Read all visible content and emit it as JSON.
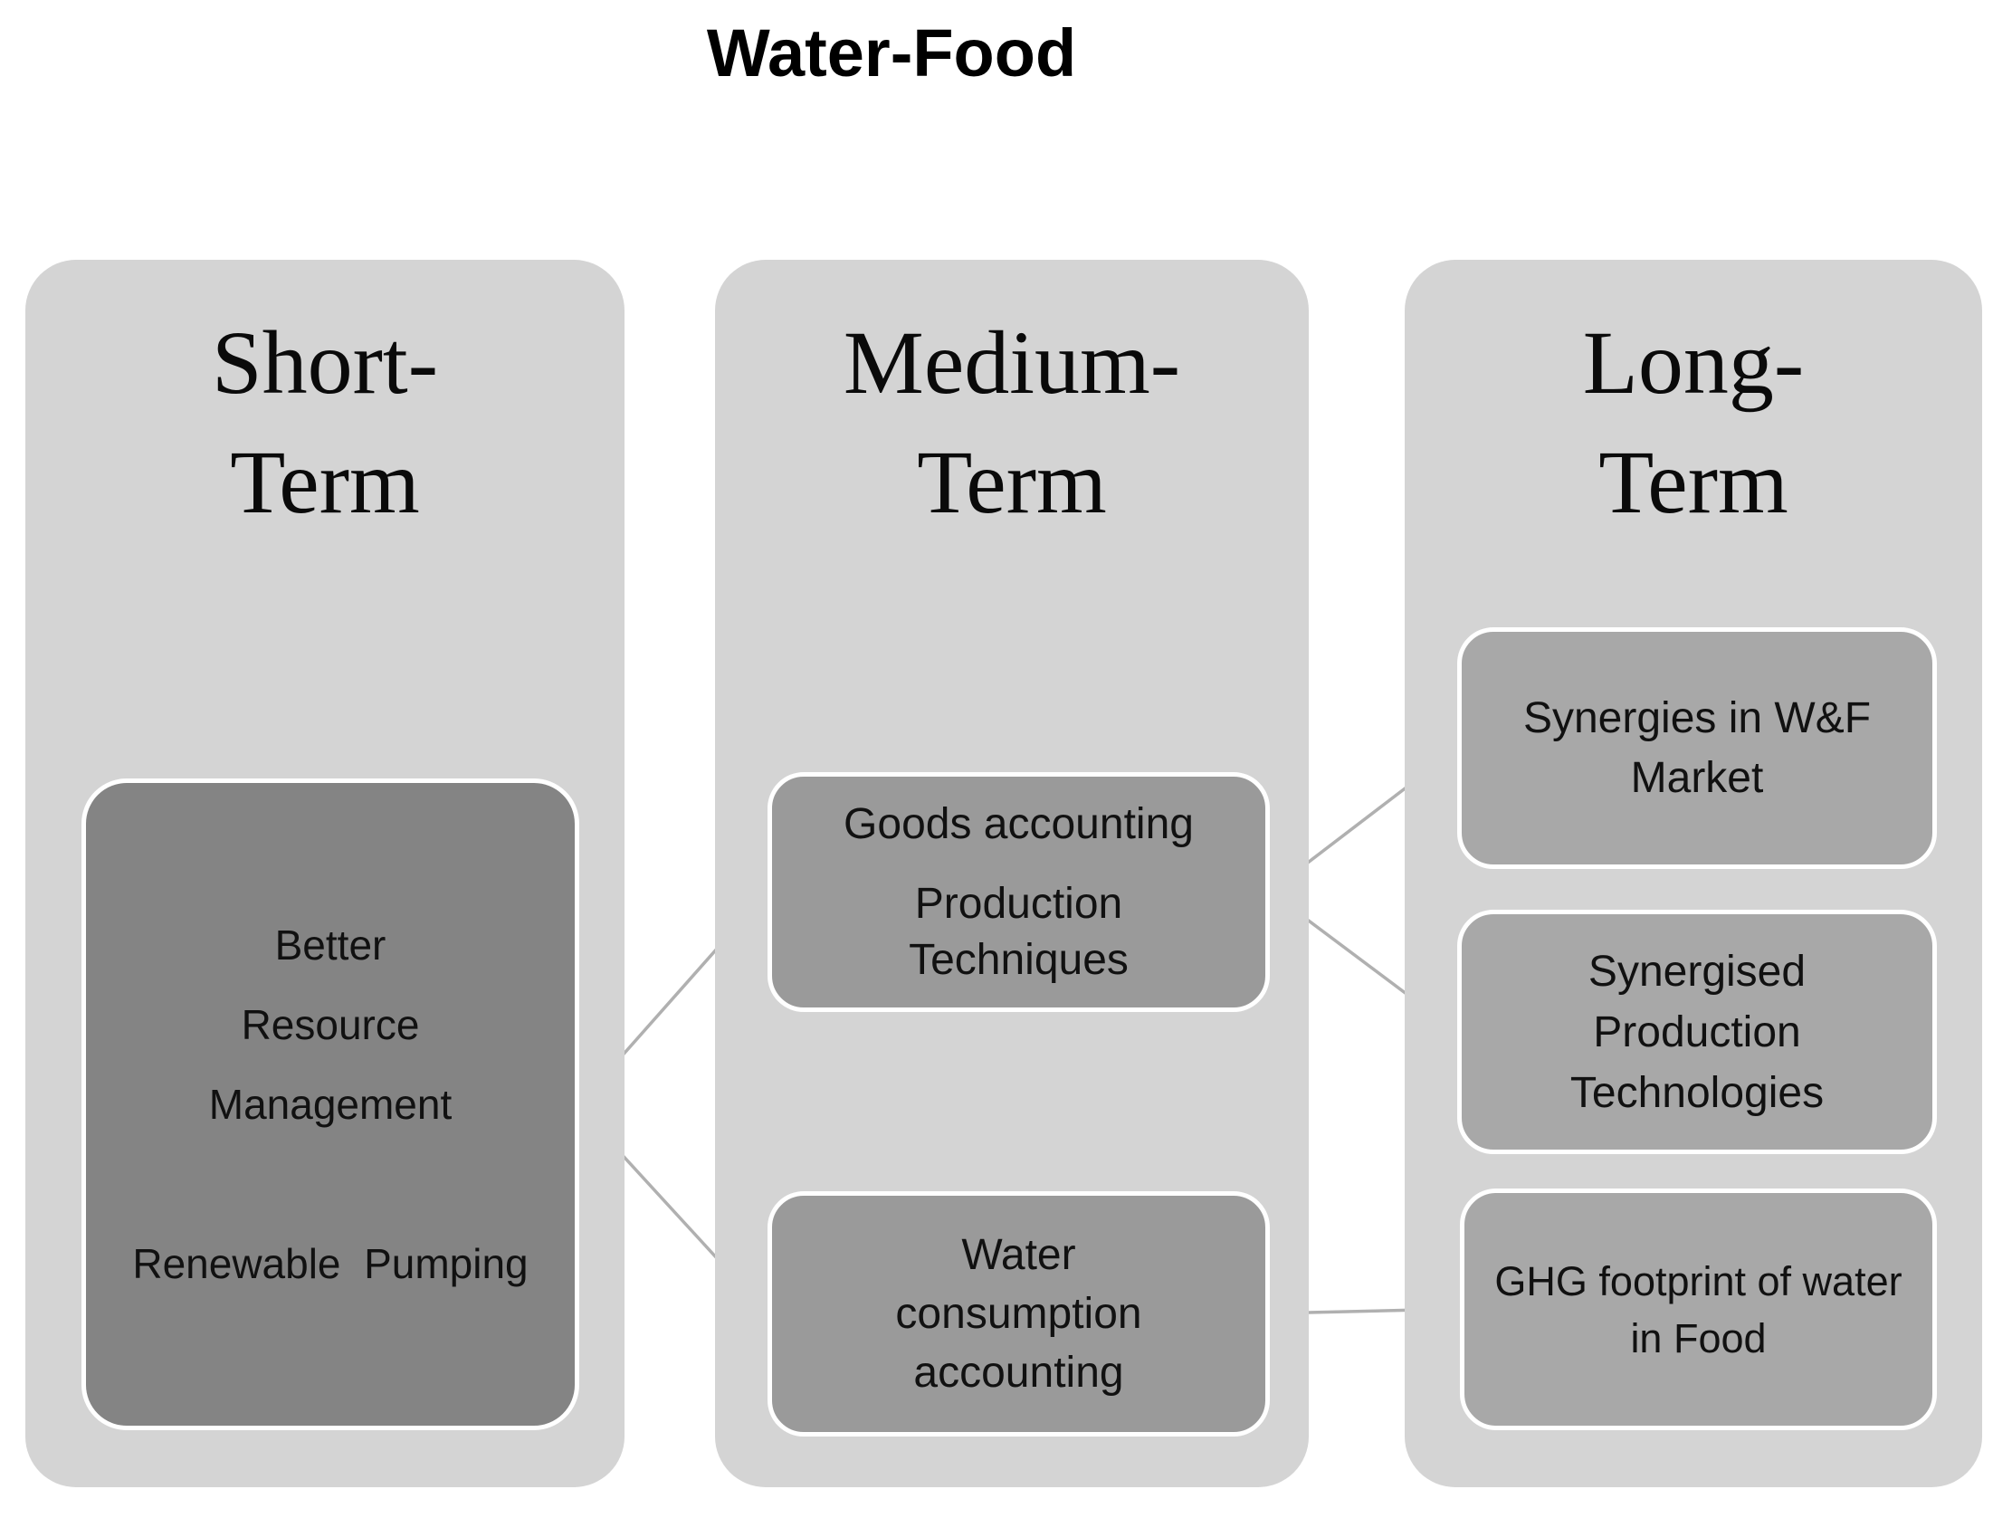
{
  "title": "Water-Food",
  "columns": {
    "short": {
      "header": "Short-\nTerm"
    },
    "medium": {
      "header": "Medium-\nTerm"
    },
    "long": {
      "header": "Long-\nTerm"
    }
  },
  "nodes": {
    "better_resource": {
      "text": "Better\nResource\nManagement\n\nRenewable  Pumping"
    },
    "goods_accounting": {
      "text_top": "Goods accounting",
      "text_bottom": "Production\nTechniques"
    },
    "water_consumption": {
      "text": "Water\nconsumption\naccounting"
    },
    "synergies_market": {
      "text": "Synergies in W&F\nMarket"
    },
    "synergised_production": {
      "text": "Synergised\nProduction\nTechnologies"
    },
    "ghg_footprint": {
      "text": "GHG footprint of water\nin Food"
    }
  },
  "connections": [
    {
      "from": "better_resource",
      "to": "goods_accounting"
    },
    {
      "from": "better_resource",
      "to": "water_consumption"
    },
    {
      "from": "goods_accounting",
      "to": "synergies_market"
    },
    {
      "from": "goods_accounting",
      "to": "synergised_production"
    },
    {
      "from": "water_consumption",
      "to": "ghg_footprint"
    }
  ],
  "colors": {
    "page_background": "#ffffff",
    "column_background": "#d4d4d4",
    "short_node_fill": "#848484",
    "medium_node_fill": "#9a9a9a",
    "long_node_fill": "#a8a8a8",
    "node_border": "#ffffff",
    "connector": "#b0b0b0",
    "text": "#111111"
  }
}
